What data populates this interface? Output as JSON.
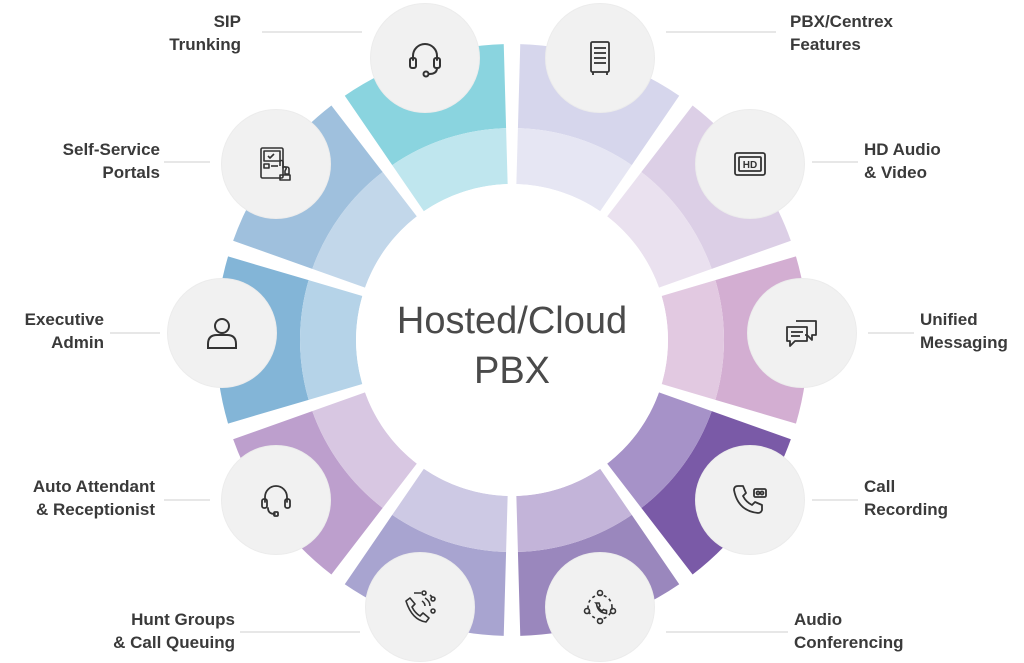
{
  "center": {
    "line1": "Hosted/Cloud",
    "line2": "PBX"
  },
  "colors": {
    "seg_sip_outer": "#8ad4df",
    "seg_sip_inner": "#bfe6ee",
    "seg_pbx_outer": "#d6d6ec",
    "seg_pbx_inner": "#e6e6f3",
    "seg_hd_outer": "#dccfe6",
    "seg_hd_inner": "#eae1ef",
    "seg_um_outer": "#d3aed2",
    "seg_um_inner": "#e2c9e1",
    "seg_rec_outer": "#7a5aa7",
    "seg_rec_inner": "#a692c8",
    "seg_conf_outer": "#9a87bd",
    "seg_conf_inner": "#c3b4d9",
    "seg_hunt_outer": "#a8a4d0",
    "seg_hunt_inner": "#cdc9e4",
    "seg_auto_outer": "#bd9fcd",
    "seg_auto_inner": "#d8c7e2",
    "seg_exec_outer": "#83b5d7",
    "seg_exec_inner": "#b5d3e8",
    "seg_self_outer": "#9fc0dd",
    "seg_self_inner": "#c2d7ea",
    "label_text": "#3a3a3a",
    "icon_bg": "#f1f1f1"
  },
  "features": [
    {
      "id": "sip",
      "line1": "SIP",
      "line2": "Trunking",
      "icon": "headset-icon"
    },
    {
      "id": "pbx",
      "line1": "PBX/Centrex",
      "line2": "Features",
      "icon": "server-rack-icon"
    },
    {
      "id": "hd",
      "line1": "HD Audio",
      "line2": "& Video",
      "icon": "hd-icon"
    },
    {
      "id": "um",
      "line1": "Unified",
      "line2": "Messaging",
      "icon": "chat-bubbles-icon"
    },
    {
      "id": "rec",
      "line1": "Call",
      "line2": "Recording",
      "icon": "phone-recording-icon"
    },
    {
      "id": "conf",
      "line1": "Audio",
      "line2": "Conferencing",
      "icon": "conference-icon"
    },
    {
      "id": "hunt",
      "line1": "Hunt Groups",
      "line2": "& Call Queuing",
      "icon": "call-routing-icon"
    },
    {
      "id": "auto",
      "line1": "Auto Attendant",
      "line2": "& Receptionist",
      "icon": "headset-icon"
    },
    {
      "id": "exec",
      "line1": "Executive",
      "line2": "Admin",
      "icon": "user-icon"
    },
    {
      "id": "self",
      "line1": "Self-Service",
      "line2": "Portals",
      "icon": "kiosk-touch-icon"
    }
  ]
}
